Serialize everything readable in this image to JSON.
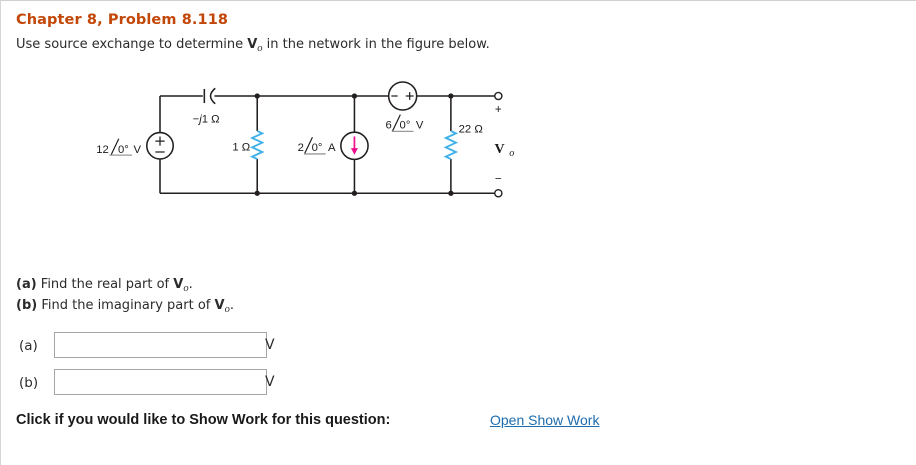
{
  "header": {
    "title": "Chapter 8, Problem 8.118"
  },
  "instruction": {
    "prefix": "Use source exchange to determine ",
    "symbol": "V",
    "symbol_sub": "o",
    "suffix": " in the network in the figure below."
  },
  "circuit": {
    "colors": {
      "wire": "#231f20",
      "resistor_blue": "#3fb1e8",
      "arrow_magenta": "#ed0e8e",
      "angle_underline": "#999999"
    },
    "source12": {
      "value": "12",
      "angle": "0°",
      "unit": "V"
    },
    "capacitor": {
      "minus": "−",
      "j": "j",
      "rest": "1 Ω"
    },
    "resistor1": {
      "label": "1 Ω"
    },
    "current_source": {
      "value": "2",
      "angle": "0°",
      "unit": "A"
    },
    "source6": {
      "value": "6",
      "angle": "0°",
      "unit": "V"
    },
    "resistor22": {
      "label": "22 Ω"
    },
    "output": {
      "plus": "+",
      "minus": "−",
      "symbol": "V",
      "symbol_sub": "o"
    }
  },
  "questions": {
    "a": {
      "label": "(a)",
      "text": " Find the real part of ",
      "symbol": "V",
      "symbol_sub": "o",
      "period": "."
    },
    "b": {
      "label": "(b)",
      "text": " Find the imaginary part of ",
      "symbol": "V",
      "symbol_sub": "o",
      "period": "."
    }
  },
  "answers": {
    "a": {
      "label": "(a)",
      "value": "",
      "unit": "V"
    },
    "b": {
      "label": "(b)",
      "value": "",
      "unit": "V"
    }
  },
  "show_work": {
    "prompt": "Click if you would like to Show Work for this question:",
    "link_label": "Open Show Work"
  }
}
